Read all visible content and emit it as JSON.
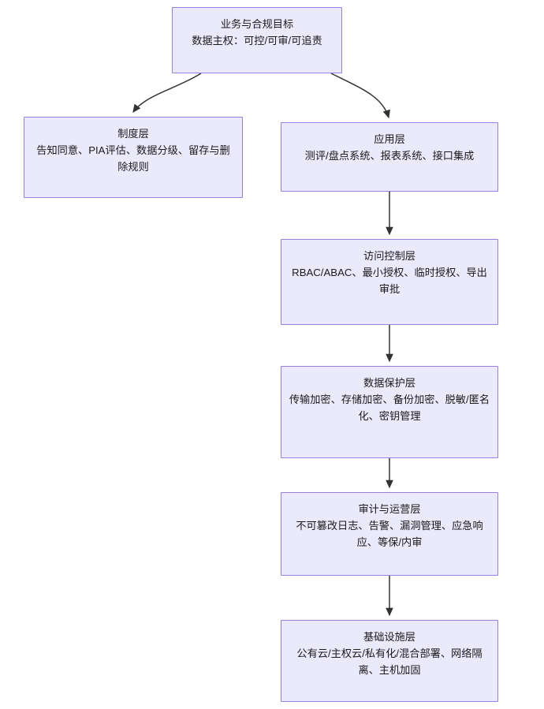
{
  "diagram": {
    "type": "flowchart",
    "orientation": "top-down",
    "colors": {
      "node_fill": "#ebe9fc",
      "node_border": "#9a7ee0",
      "edge": "#333333",
      "text": "#1b1b1b",
      "background": "#ffffff"
    },
    "nodes": [
      {
        "id": "goal",
        "title": "业务与合规目标",
        "desc": "数据主权：可控/可审/可追责"
      },
      {
        "id": "policy",
        "title": "制度层",
        "desc": "告知同意、PIA评估、数据分级、留存与删除规则"
      },
      {
        "id": "app",
        "title": "应用层",
        "desc": "测评/盘点系统、报表系统、接口集成"
      },
      {
        "id": "access",
        "title": "访问控制层",
        "desc": "RBAC/ABAC、最小授权、临时授权、导出审批"
      },
      {
        "id": "protect",
        "title": "数据保护层",
        "desc": "传输加密、存储加密、备份加密、脱敏/匿名化、密钥管理"
      },
      {
        "id": "audit",
        "title": "审计与运营层",
        "desc": "不可篡改日志、告警、漏洞管理、应急响应、等保/内审"
      },
      {
        "id": "infra",
        "title": "基础设施层",
        "desc": "公有云/主权云/私有化/混合部署、网络隔离、主机加固"
      }
    ],
    "edges": [
      {
        "id": "edge-goal-policy",
        "from": "goal",
        "to": "policy",
        "style": "curved",
        "label": ""
      },
      {
        "id": "edge-goal-app",
        "from": "goal",
        "to": "app",
        "style": "curved",
        "label": ""
      },
      {
        "id": "edge-app-access",
        "from": "app",
        "to": "access",
        "style": "straight",
        "label": ""
      },
      {
        "id": "edge-access-protect",
        "from": "access",
        "to": "protect",
        "style": "straight",
        "label": ""
      },
      {
        "id": "edge-protect-audit",
        "from": "protect",
        "to": "audit",
        "style": "straight",
        "label": ""
      },
      {
        "id": "edge-audit-infra",
        "from": "audit",
        "to": "infra",
        "style": "straight",
        "label": ""
      }
    ]
  }
}
